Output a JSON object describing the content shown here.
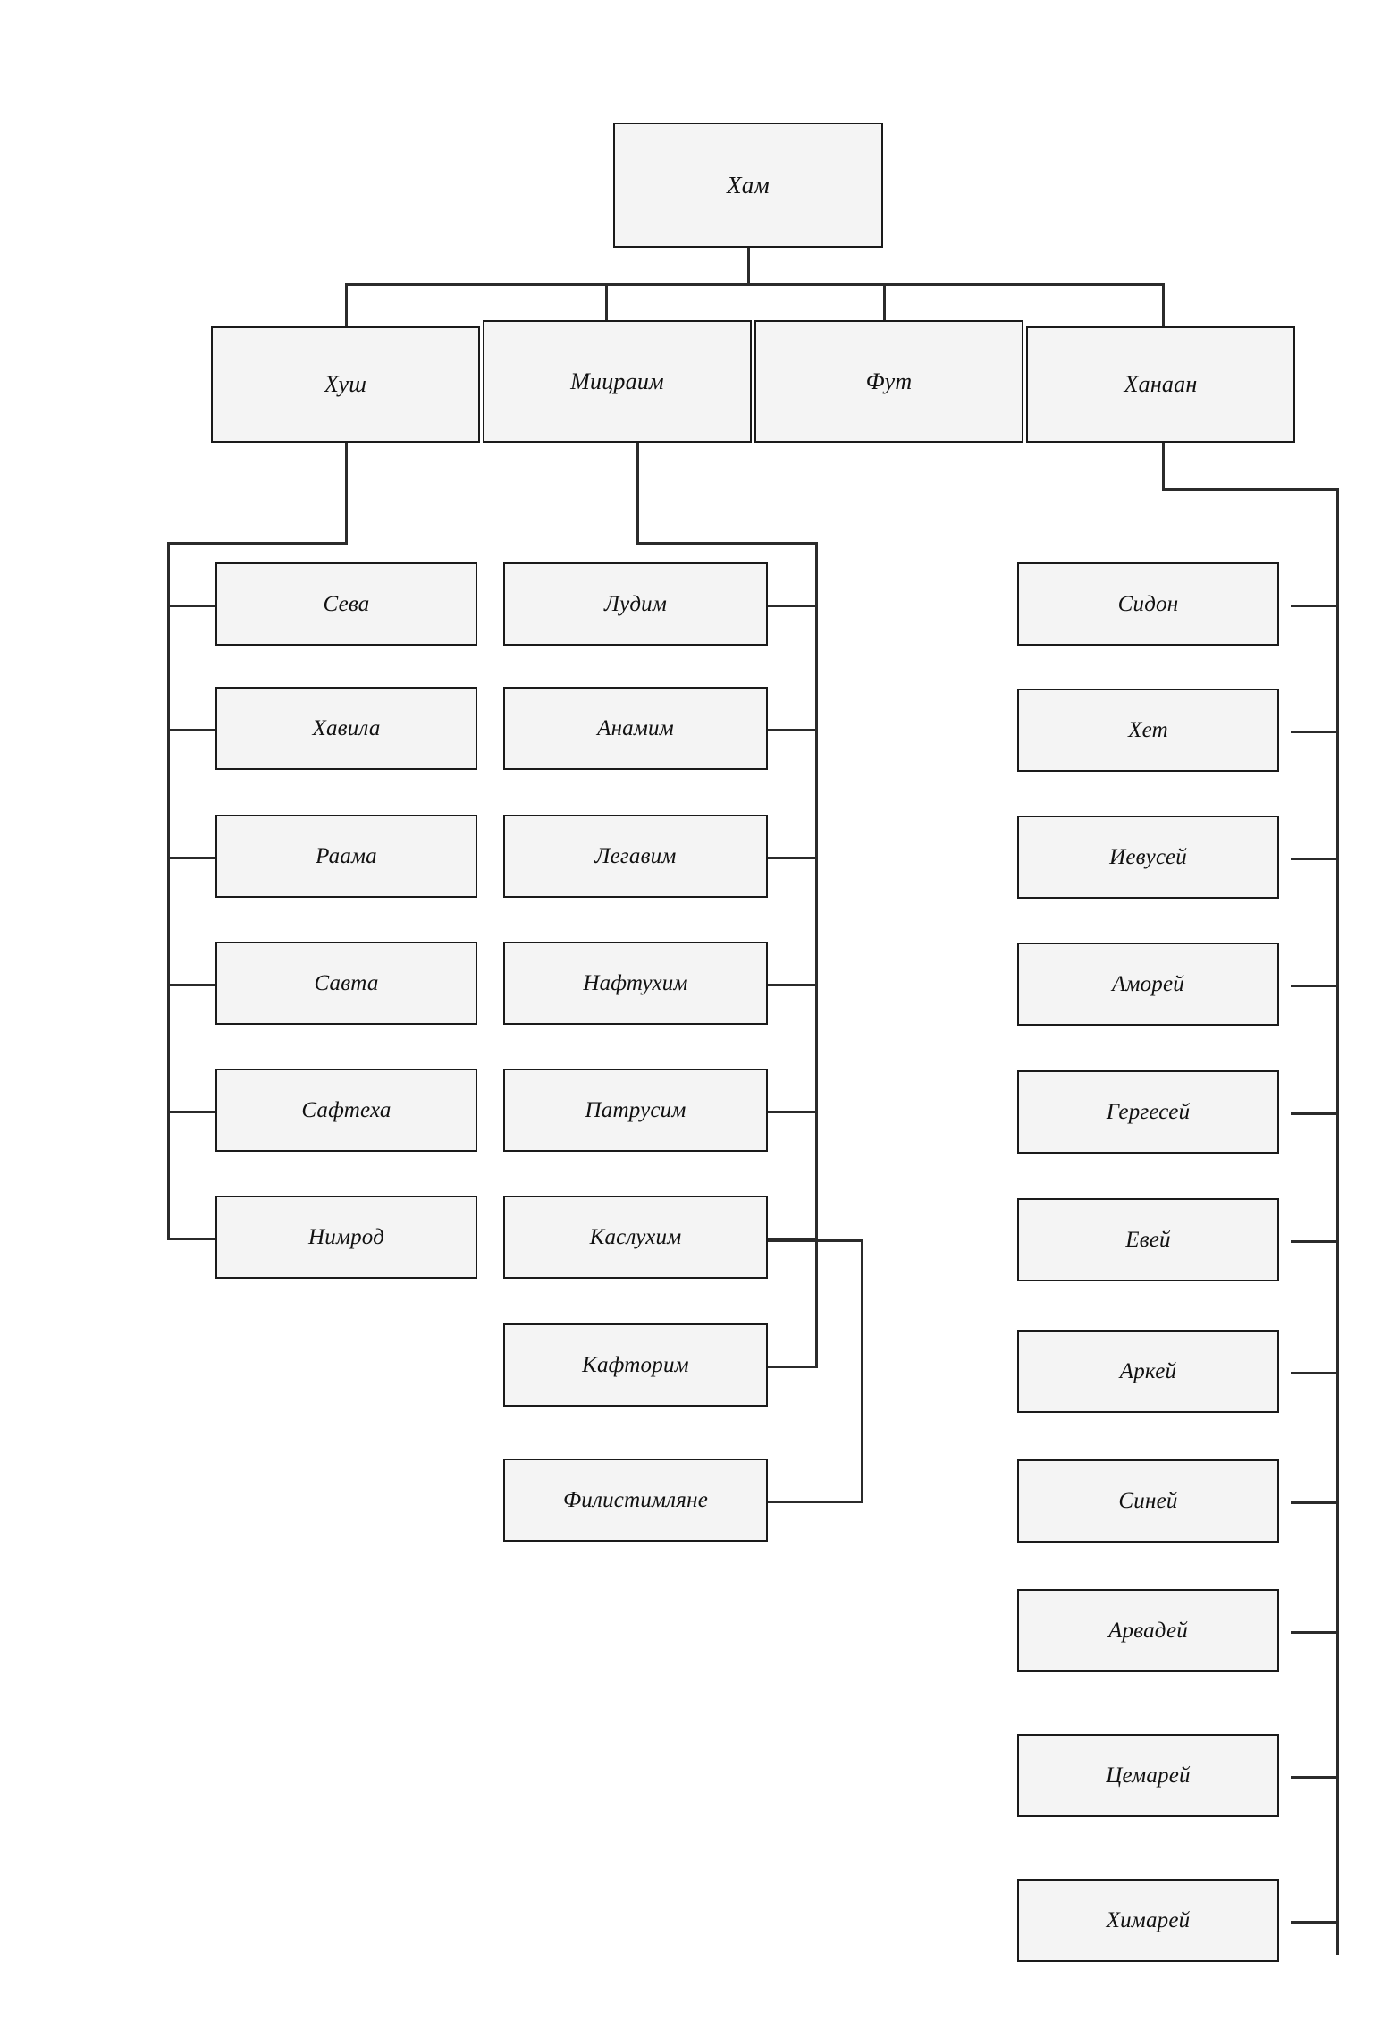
{
  "diagram": {
    "type": "genealogy-tree",
    "title": "Хам",
    "orientation": "top-down",
    "colors": {
      "box_fill": "#f4f4f4",
      "box_border": "#1a1a1a",
      "connector": "#2b2b2b",
      "background": "#ffffff",
      "text": "#111111"
    },
    "root": {
      "label": "Хам"
    },
    "level2": [
      {
        "label": "Хуш"
      },
      {
        "label": "Мицраим"
      },
      {
        "label": "Фут"
      },
      {
        "label": "Ханаан"
      }
    ],
    "kush_children": [
      {
        "label": "Сева"
      },
      {
        "label": "Хавила"
      },
      {
        "label": "Раама"
      },
      {
        "label": "Савта"
      },
      {
        "label": "Сафтеха"
      },
      {
        "label": "Нимрод"
      }
    ],
    "mitsraim_children": [
      {
        "label": "Лудим"
      },
      {
        "label": "Анамим"
      },
      {
        "label": "Легавим"
      },
      {
        "label": "Нафтухим"
      },
      {
        "label": "Патрусим"
      },
      {
        "label": "Каслухим"
      },
      {
        "label": "Кафторим"
      }
    ],
    "kasluhim_children": [
      {
        "label": "Филистимляне"
      }
    ],
    "put_children": [],
    "kanaan_children": [
      {
        "label": "Сидон"
      },
      {
        "label": "Хет"
      },
      {
        "label": "Иевусей"
      },
      {
        "label": "Аморей"
      },
      {
        "label": "Гергесей"
      },
      {
        "label": "Евей"
      },
      {
        "label": "Аркей"
      },
      {
        "label": "Синей"
      },
      {
        "label": "Арвадей"
      },
      {
        "label": "Цемарей"
      },
      {
        "label": "Химарей"
      }
    ]
  }
}
